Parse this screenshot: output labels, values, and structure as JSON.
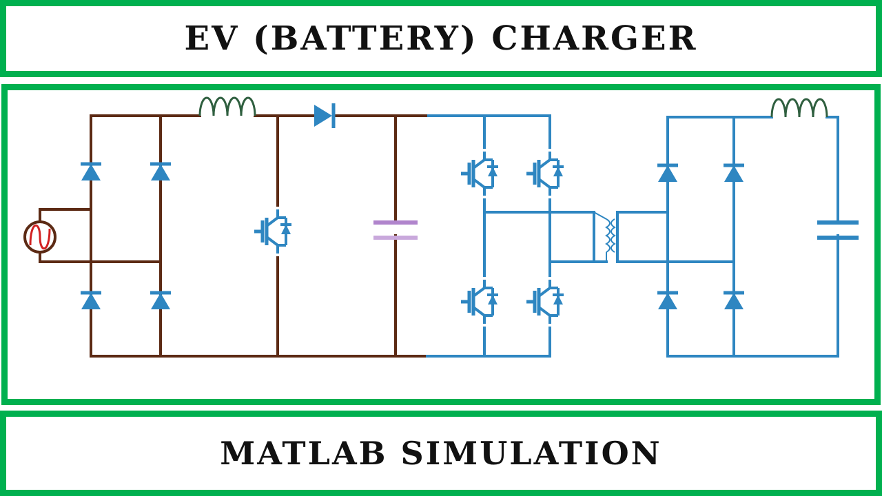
{
  "title": "EV (BATTERY) CHARGER",
  "footer": "MATLAB SIMULATION",
  "colors": {
    "frame": "#00b04f",
    "pfc_stage": "#5c2a14",
    "dcdc_stage": "#2e86c1",
    "capacitor_link": "#b084cc",
    "source_wave": "#d22222"
  },
  "components": {
    "ac_source": "ac-source-icon",
    "rectifier_diodes": 4,
    "boost_inductor": "inductor-icon",
    "boost_diode": "diode-icon",
    "boost_switch": "igbt-icon",
    "dc_link_capacitor": "capacitor-icon",
    "inverter_switches": 4,
    "transformer": "transformer-icon",
    "output_diodes": 4,
    "output_inductor": "inductor-icon",
    "output_capacitor": "capacitor-icon"
  }
}
